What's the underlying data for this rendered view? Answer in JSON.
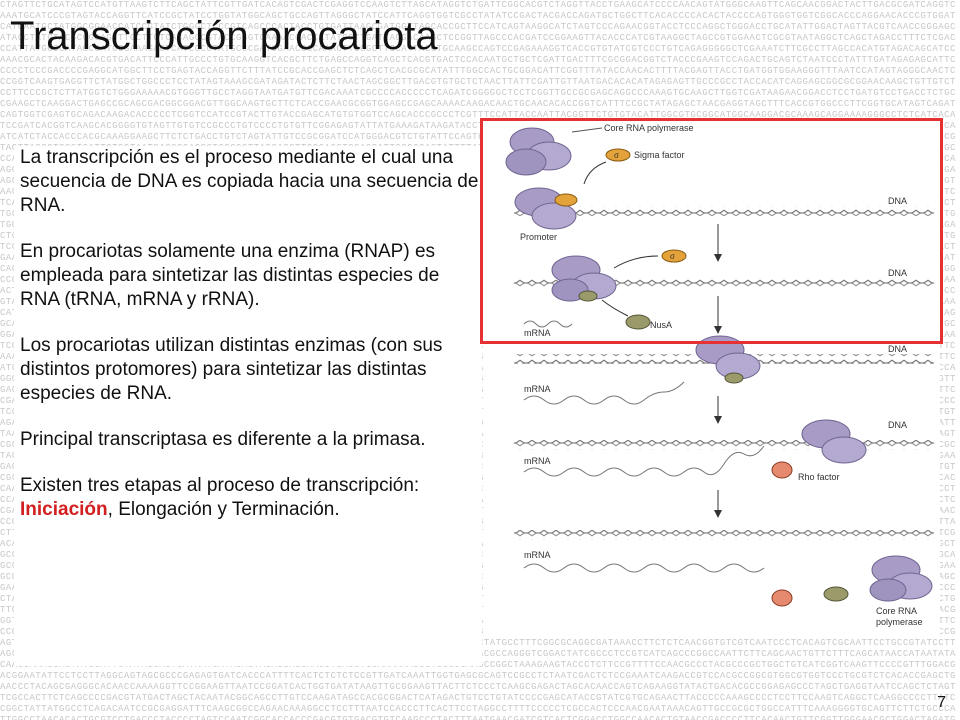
{
  "title": "Transcripción procariota",
  "background_sequence": "CTAGTTCTGCATAGTCCATGTTAAGTCTTCAGCTATTCGTTGATCACAGTCGACTCGAGGTCCAAGTCTTAGCATAGGTCTGATTCGGCACGTCTAGGTTACCTGAAGCATCCCCAACAGTATGGGCAAGTTCAGCAACGGACTACTTGACGCGATCAGGTCAAATGCATCCCGTAGTACCAGGTTCATCCGCTATCCTGGTATGGCAGCTGCCAGTTAGGGCTATCCATTCAGGTGGTCGCCTATATCCGACTACGACCAGATGCTGGCTTCACACCCCACACTACCCCAGTGGGTGGTCGGCACCCAGGAACACCCGTGGATCATGAATGCTATGGCGGAACCATCCGTATCTGGGCTCCCGTCAGCCCACTACCTGTGATTAAGCGATGGTTAGCACCGCTTCCATCAGTAAGGCATCTAGTCCCAGAACGGTACCTCCCAGGCTGGGACCTGCATATTGGACTAGTTACGTCAACCGGGAGCATAGCTATGTACGCCGGAGGTTGCTTCTCACAGCCGTACCGGGTCAAAACCACCATATGGTTGATTAGGACAAGCTCCGGTTAGCCCACGATCCGGAAGTTACACCCATCGTAAGGCTAGCCGTGGAACTCGCGTAATAGGCTCAGCTAGACCTTTCTCGACCCATTATGCCCATAGCGATGCGAAAGACTCATCGCGTATGCCCGATGGAACGCCAAACTTCGGCTTCCATTACCTGCAAGCCAGTCCGAGAAAGGTCACCGTGTATCGTCCCTGTCAGAGGGGGCTCGAAATCTTCGCCTTAGCCACATGTAGACAGCATCCAAACGCACTACAAGACACGTGACATTCCCATTGCCCTGTGCAAGGTCACGCTTCTGAGCCAGGTCAGCTCACGTGACTCCACAATGCTGCTCGATTGACTTTCGCGGACGGTCTACCCGAAGTCCAGACTGCAGTCTAATCCCTATTTGATAGAGAGCATTCCCCCTCCCGACCCCGAGGCATGGCTTCCTGAGTACCAGGTTCTTTATCCGCACCGAGCTCTCAGCTCACGCGCATATTTGGCCACTGCGGACATTCGGTTTATACCAACACTTTTACGAGTTACCTGATGGTGGAAGGGTTTAATCCATAGTAGGGCAACTCCCGGTCAAGTGAGGTTCTATGGCTGGCCCTCCTATAGTAAAGCGATAGATACTCTTCTAACTAGCGGCTTGACGTGTGCTCTAACTTATTCGATTGTTAATGACACACATAGAGAGTTGCCCGCCTACCACATCAGGAGCGGCGCGGAACAAGCTGTTGTCTCCTTCCCGCTCTTATGGTCTGGGAAAAACGTGGGTTGCCTAGGTAATGATGTTCGACAAATCGCCCCACCCCCTCAGATCGGGGGCTCCTCGGTTGCCGCGAGCAGGCCCAAAGTGCAAGCTTGGTCGATAAGAACGGACCTCCTGATGTCCTGACCTCTGCCGAAGCTCAAGGACTGAGCCGCAGCGACGGCGGACGTTGGCAAGTGCTTCTCACCGAACGCGGTGGAGCCGAGCAAAACAAGACAACTGCAACACACCGGTCATTTCCGCTATAGAGCTAACGAGGTAGCTTTCACCGTGGCCCTTCGGTGCATAGTCAGATCAGTGGTCGAGTGCAGACAAGACACCCCCTCGGTCCATCCGTACTTGTACCGAGCATGTGTGGTCCAGCACCCGCCCTCGTTTCCATTACCAATTACGGTTCTGTGTACATTGGCGTGCGGCATGGCAAGGACGCAAAGCAGGAAAAGGGCCTCTCATCACATCCGATCACGGTCAAGCACGGGGTGTAGTTGTGTCCGCCCTGTCCCCTGTGTTCGGAGAGTATTATGAAAGATAAGATACCTTGCCCCGACGATGTCCGAAATTTGGACCGTCGGTCAATCGACTACGCGCAGTGCAGACCAACGTACGTCCCTCTTCGCCAATCATCTACCACCCACGCAAAGGAAGCTTCTCTGACCTGTCTAGTATTGTCCGCGGATCCATGGGACGTCTGTATTCCAGTCGCCCAGATCTTGCAATACACTCTACCGATAACCATTGCACCTGCAAAACATTCCGCCCTCCTACCTTTGCCCAGGCCGCGTAGTTACGGTCCCTCATTGTCCTAATCACGCGACCGTCGCGGTTAGCAGCTTGGCACCTCGACGATTCGCCCACTATTTTATTATTGACTCTTACCGGCTTTCACCGAGAGCTCACCCTCTCAGTGAGGTAACATGGTGGCCGCCATCATACCATGTCATGCCCACTGACGGCGCGCCCATGCCAGAGGCCTTTAAAACTGTAAGACCATTTGCTCTTTGGAACACTGTAGGGCTCTCCAAGATGGCAGCTCCTGCAGCACAGAAACGTACACGTGCACGTTCCTACCCTCTTAAGCATACCGTAGGCTACAAACCCCATCCCAAGCGTCGCACAGAGGGAGCCTGATTAAGTTCCATAACCATCATGCGCGTGAGTGAGTCCATGCGAAGTTAACAAAAAAGGGAATCGGCTCAGTAATAGCAGACCCCGGGATGCTCTTAAGAGTCATCGCTCCCGTAAGGCCGAGGGCATACCCACATGGTGAAGGTCACTTGTGCACCCGTTCCCGATGCGTGCTTATTAGAGAGAACTGCAACGAGGGGAACGACGCATGGGACCCACCCTGATCGGAACCGTGAGCTTCCAACGTCCATGCCTGTCCAGAGTCAGCGCCCCTACAACAAGCTGCGCGTTGAGGTTATCACGTAACAGTGGAAGACCGTTTCCTATTCCAGAGCACCACGATCTCTTTCGGTCCCCTCCCTAATACGAGCCCCTTGTAGTATAGCCCGTAAGGGTCGCGTCACCGATCCCAGCTACTAAGGGATTGTAATGGGTGTCAGCTCATTTTCCATGCACGTCCGATGTCTCAAGCGTCGCCGTTTGTCATCGATATGAGGTACATGTACATGTACCACCGGCTCTGCCCATTCGCTGTCCCAGTTATTCTCCTTCCTCGTATATACTGCGCAGGGCATCCGTCACTGCAACAGAGAAGCCCTACTCACACCTGGGCTTACGCCATCTATCTTGCCCCTGCCTGGAGGGACCGCACCTATTTTCTTAACGTATCAGCCGCACCCCCGTGAAATCCAGAGCCATTCGCCGGTGGTCTTCGCCATGCGATAGCTTAAGACCAGCTCATGTTTGCCCAAAAGAGCATGACCCGATAGAAAACACCGATCAAATCTTGTGCACTACGCCTTTGATCTAGGCCTCCTTTCTTGGCTAGAAAATACTACTCACTGGCGCCACGTACCTTAGTACTCACGAACAGCCGTGTTTAATGGGGGGTGCGACCTGGATCAGCACTAATCTCGGCGGATCCTTACAAAGAACTATTGCACCCAGGAGACTCGACGAGTCGCCTCCTCGTGAATCCCGAGAAAAAATTTTCGGCGTCTAGTGATTATGACGACCTCGGGCCCTTTTGTGCGTTTATAGGTAGCACATCACCGAGACCACCCTAGGGCTCTAAGGACGCCAAAAATTCATTTAGAGAGGGGGAACATTCGTGTCCTCTCCGAGAAACCAGATATGTTGCAGACCTCGAAACGGACGGATGGAGTATGTATGGAAGATGTCCGCTCAGCGCCCCTCAGAGATCTTAATTTCAGTCCAAATTGAACTCTTTTCCGTACCCAGTGCTGGCCGCCTAGAAAATTGGTTTCGCAACACTGAAAAGTAAGAAGCATATCCCATCGTCCAGTCTTGCATCCCAGAGGGGAGAGTCCGCTCGTACGATACAATCTAAGTGGTTTACAACCGTACAGCAACTTTGCTTGCATAATCATCCTACGCAACATCTTGCCTCCCCACCCCTCCGCATGGAAACATAGATCACTTTGTATTTAACCTGACCCAGAAACCCGCTAAACAAACTCCAGTTACGCTCACTTAAAGAAGTACGAGCTCAAGTACCCCGAAGTCTGCTAGCATAGTACGTGATATCATCTTAGTTCTTACCTCCATACATGATGGGGGTTGGTCTCGAGAAGGCAGGCCCCTCCAAAGTACCCCATACAACATAGAGAGAACGGTTTAAGCTCTCACGGGCCGGTGATCAGACCCTACGGACCCCCGATAACTAGCACCTCGAGGAAAAACCGTCCCGAAAGCACATGGCATTCTCTAAAAAACTACCTCTCCGATCCTATGCTACGAAACTCGGTGGGTCTCTGCACATAGGCATTGGGTCTTATGTGCTAGAGTATCCAGGTCCACACTACGGGTGGTCTGCAGTCAGAGAGGACTAGGAGGCGATGCCCACCGGTGATAGAGTCCCCTACCATCTAGAATCCCAAGCAACCCTGCTAATGTATCGGCCGTACCAGTATGAAACTCTAGTTACTGCCCCCGAGTACCTTCCTAGCCTTTTTCTTATGACCTACGTAACGACACCTTGAGACGGATCAAACACAGGGACCTTCCGAAGATCCCCCCCCGGAAAACTTTCCGTCACGCATTGTAATTACCTACATCGCGGAAACATCAACTTTTTTCAGGCGCAAGTTTACAATGACCTACACGAAAGGGTAGAGGCACGAGCACCGAGACCGACCTTCGCTTCCACCCATTCCCACGCTCGCTCATTGCCTTACGGACCCTAGTACGCCCCTGTACTTTCCCTTCCCTCTTAGACGTATCCTAGGCAGTTGATAAGCCTTTCCATATTCATGTCTGGGCCTCCCTCTACATCGCACCAATCAAAGGAAAATGCGTGCTTTTGGCCCAAAGACTCCAACCCCCGAATCGTCCTTCCCATCCTTTCTATGGACGCAATGAATAGGCGCAACGTCTCGTGTTCATCTGCGGACGGGGCTCTACCCTGCCGGCGTCCGATCCTGTGCAGGACGGTCGAACAGGCCAGTGCCTTGTTGCAAGACCCTCATACTAGGTTCCTAGAATTTCGGAGCTCCCTCGTCCGCCCCATTTACTCTGGTTATACAACCAAGCCGTCGAGGCTACAGCCAAATCCCACGACCCTTTGCAATCTACATCCGCTCGGCTCCAGAGAGAGCCGGTAACGAGTATAGGCAACGGGGCCGTAGAGTCCCGGCTTGAGATAACTTTCATTCCGCATGTGCGCAATGAGGCCTGCGGACTCATGGGCGCTTGCAGTGGAAACCCGCCGTTCAAATATTTAACCCACCGGCTACATCTGAACCGCCTCACCACAAGTTCAGTGACCCTTCCCCGATCCCAAAGCCGTCAACGAGCGAGCTTCGAAAACTAGTGATCGATGTCTCAGGCCCCACCATTTCTACTGAACAAATCCACATGTTGCACGGCAGACTTCATCGTCCCATCATCCAGAGCATAGGATGCAACTAGGGTTAGCCCCCAACCTGGGCGATTTTACGAATGTTACGCCTCCAGAAGGGTGTCATAATTAGACTCATTGGGTAGAGCGCCTGCCATAATAGCTTTCCGCAGCGCTAGCATAGAATCGTAGGGTCCAGGCCAGATACCGCCATCGAATAGCAACTGTACGGCCACTGTTCTACTGCAACGGGTAATCTAATAATTCATTCGGCGCTTCGATAGCGCCGTTAACAAGAAGCCAGTTGTTCGTCACATACCATCGATCAACTCAAGAAAAATGAATAGAAAATATCACGTTGACCCCCAAGTCTCTGTCTTGTCGTTTCGGGTTGCGGGGGAGCAGACGCTTTTACCTTTCTGCGCTCATGAGCCTTGAACCGAACGCGCAAGGATTTGGTCGCCCAGCTAGCCTGCCCCCTTATGTTGGTACAATTCCCTTGACAGGCATCGGCCACGTTTCCGAGCCAGGCTGATCCCAGTCTGCGAGTCCCGCATTGCATTACCTCTCAATGCGCACTGAGTGTAAAGATGACTCCGCATTTAGTGCAACGCTCCCTCCCGCACATACGCTGCTTAAACGCGTTCAGAAACAACGTCTGCCTGTGCACATTCTTCTCCCCCCTCCTCGCGCATAGCAAGAAACAACCTGGGGCATTACGCTGCCACACGCCCCGTTAGGTCGCCAATGCCTCGTCCATGAACATCAGTTAGTTCTTAAGAATGCATGCGGACGCAGCGTCAGAGAAGGAAGGTTTCCTTAGATTTACAGCACCTGGCGGCTTGTAGACCGGTCTCTCCTCTGTCGGTAATACTCTTGTCCATCCGATCGTCCCAAGGGAATGGTAGTCAGTACCCGCCGGTCACCGGTGAGCCCTTTGCTCGAAGACCTGGCTGCTTTCTCCCAAACTCTTTCCTATTGTACAGGTCTACGGAGGAGCTCCTTATTTAATCGTATATCTCACGTTCGTATGCTATGAGGAGCAGGGACCACGTGCGGGGCCGATCCTATTAGCAGTACGTAGCAGAGACTCAAAGATTGAGGAGGTGAAAGGATAGCTCACGGAAGATGGCCACGACGCAGCAGAATAACCCCTGATATACCTGTAGTCGCGGTAGATACGCCCCCTAGATTGTCACCTCGTGCAAAAGCGTGTTATAACAAACAGCTAATTAGTGACATCCCGTCGAACACGTCTTCGTAGGATTATGTAGCTAGATCAACGTCGTCACCATCCGTGAACGTATTTAACAAAAGCATCGAAAGTTGCGCTACAGATCTACCACTGGCCATCCGCCGTTCGAGGTGACCCATTGTTTTACCCCAGCACTCTCCCCAAGAGACTCTGCAATCGATGTATCCAGTAAAGCTGATACTAGCAGGGGATCCGAGACACTTCGATGTCGCATTGCATCGCAAGGACGACGCCCGGAAGAGCTATGAGCTTGAATACGCCTTAATACTTGGCTTATTAGCTTCAATTCAATTACTCCCTCTCAGACCGAAGAGCTCACCCTCGCTGGTTCACCGTTCTGAGGAACATTTCGCCTAACAGAATCATCGGCGGATAGAGCCCCTTGTGCTGCATAGGTTTGTCGGTTCTAGCACCCAGGTCGGGCGTAGCCAAGTAGGCACAGGGACCCCTGGTGGCGGAGAATCCACTCCCGCCATTCCGCAGCCTCAGTAGCCCTATATCTGTGTGTCGATTTCCAACCGCTAAATACTTGCGTGACAGGGACGCACTTACGCTACCGACACCAAATGGATCAAAGACGATTAATTCTCGATAGGCCCTTCACTGCCGTCCCCCGTTGACGGTCCGTAGCATAGTGCAAACTCCCCGGATCGTTCTATCTGCAATTGGTACTCCCTGTTCTGCCACCCATTGTGGCCTTGTTTACGCTCCGGTCCGATACTCCTCCATGCACATACCCATAGGTTCTCCCGGGCCAGGAAATGTAGGTTGTTAGATCCCACAAGTGGGCAGTGAAGAGGTGCAACACAGACGCCACTCGCTCCGACTAATGAACGCAGCGGACCGAGCATACGTACGACAAGCATACAAAGCGCCACGAGACCCTCCGAAAATTTTCATTCAACCCAATATAGACCCATTAATACGAATTGAAGCTAGTCACGTGCCTAGACGCTCCCTGACACGTATACCCTATGTACCGTCAGCTAGAAGTACGCGAATTCCGTAATCGCGTCCATCCATTAGTGAAGGCAGACTTGCTTGCAAACCCCTTACTAAAACTTCGGCAGAAAGTGTTAAGCAAAGGGGACACCATGCCTTATGTAGATCAACGGGGTTAACATTCCAGGGAGGAACGCATCGCCACAATGTGTCCCCACGGGCCGAGCGTCGTGGGTCAGTACGTAATCGTGCAGGGCATACACCAATTACTTGAAAAGGCTACGTGGTGCACTATTGTATTAGCATTTCCTGAAGGTCTGATAGCGTCGACAGGGCCTCTGAGTTAACCCTTTTGCTGAATACAAGGATGGCACGCTAACAGTCAATGGCCAGCGTTTTTCTAAAGTCCTCATTGCGTAGGACTTGTGTCGACAGAATGAGTTCTATGCGGCCTAAGGTAGTGTGATCACAATGGCGCCCGCAAACGTGAAGGTCCATCAATGCGTCCATTTATAGGACAAGTTTCTCAATTGACTCCCGACCCATCTCCATACACCTCTCATAGGTCCCTGCTCCCCTGGGCATACTGTGCTGCCTGCCTGACGAAGTCGGACAATCGACAAAACCCTCTTAAGGCAGTGTAACTCAGCACCTTACCCCCCGTTAGTGACCTCCAGGTAGCGTGGAGTCTTTAAATAACTTCAAATCTCGACGGTCAGTCAGTCTACTGTTCTCCTGCCGTACCTTTTGCCGCAGCCTATTATCACGTACCCCGACGCAAGTTGACGCACTCCCAGTAGGGTACCCTAGAGCGAGAAGGGCCCGCCCCCTTTGGCGTCGACTATGGTCCAGATGCTGGCAAAGAACGTCGTCATTTAGAGCAATTCTCCCGCTTCGCTCCCATCCATCCAGCCGAAGCGTCCCAAACTTACTATACGGCTAGATTGATATCCCCACCGATTCTTGTAAGCGGCCGGCTAGAGCATACGCCGAATGGTCAACGGGACTTCTCTAGTATTACCCCCTCGCCCTTATAGGTTTCGCAGAACCACGTTCCCGCAGTAGAAAAACGATCAAGCGAACATCGAGCCCCTCCGGCGGGTCGGAGCTCCCATCATTCTGGAGTCCCGCGCTATCGTACACCATGTTCACCCGGTACCGTAGGTCCACCGCTATTCCGGCCCAACACGACTTCCATTCTTGATCAGGCAATACCAAGCTCGGGTCTTCAAGCCCTTCCCCTAGTGCATCTCCAGTATCGTATTCCGTGGGAGTACCCCAGGAACTCGCGGAGGTCAAACTAGTACGCTCTACTAGCCCAATGCCGGCCAGCCCTCCCTAACCAGCGACCGTTCAGCATCGACTAGACCCGGGCCCTCCACCCCCGGCCCGGAACATGTCTGTTGTTCACATAGACAGCAAAGTCATCCTCTGCTGAGTCGGATGTACGGCCGCAAGCGGGCGGCCCATATCAAGCAGCAAATTAGACTATCTGCGAGGAGAGCGCGTTGAAACAATCGCGCAGATGTTCTCCCTGATCAACATGAGACCAATGACTAGCTACGGGTTCTCTCTTGCTTATCGACGGTTTGGGACTGAGCCCGATTTATGCCCACTATGGAGGATAGGAAAGCCGAACTCCATTGACTACCCCAGGTAATCCACCCACGACAGGCGCAGGAACAGCCAAGGGCCGGTGTGGGAGTCGTAAGTTCTACCACCGGTTCCCCCTTCTGCGCTCACTCCCTATGCCTCTCCCTTAAAGGACCCGAGCATAAAGCGTTTAACAAACCGCAGTAGGTTAGAGCGCAGTCGCGGTGCTCGGCACGCGTTTAATCCCACATTCACCAACAGAGAGGCCGCCTGAACATCCAACGACTACTTGTCCGAGTTCTCCGTAAGGCATATTGCTTACAGCTATCCGCCGACGTCTCGAATAGTCCTAAGCCGATTTCCTAATGCCACCTAGACTATGCCTTTCGGCGCAGGCGATAAACCTTCTCTCAACGGTGTCGTCAATCCCTCACAGTCGCAATTCCTGCCGTATCCTTAGGCTGGTTAGGCGTCTCGTGAATGCGTAGCCGAAACCTAACAGTTGAGCGATCGCCCTTATCCGTCTGACCGATCTCACAACGCCAGGGTCGGACTATCGCCCTCCGTCATCAGCCCGGCCAATTCTTCAGCAACTGTTCTTTCAGCATAACCATAATATACAAGCAAACCACTATCCATTCTATAGCAGTGATAATCATACACTAGACGAGCAACCTGACGTCCAAAAAACCCTCGGGCAAGCCGGCTAAAGAAGTACCCTCTTCCGTTTTCCAACGCCCTACGCCCGCTGGCTGTCATCGGTCAAGTTCCCCGTTTGGACGACGGAATATTCCTCCTTAGGCAGTAGCGCCCGAGAGTGATCACCCATTTTCACTCTCTCTCCGTTGATCAAATTGGTGAGCGCAGTCCGCCTCTAATCGACTCTCCGAAATCAAGACCGTCCACGCCGGCGTGGCGTGGTCCCTGCGTCTCACACCGAGCTGAACCCTACAGCGAGGGCACAACCAAAAGGTTCCGGAAGTTAATCCGGATCACTGGTGATATAAGTTGCGGAAGTTACTTCTCCCTCAAGCGAGACTAGCACAACCAGTCAGAAGGTATACTGACACGCCGGAGAGCCCTAGCTGAGGTAATCCAGCTCTAGTTCGCCACTTCTCAGCCCCGACGTATGACTAGCTACAATACGGCAGCCTTGTCCAAGATAGCCACGCGGACTCATAGACTGTCCTGTATCCCCGAGCATACCGTATCGTGCAGAACTTACCCCCAAAGCCCCTCCTTCCAAGTCAGGCTCAAGGCCCCTTATCCGGCTATTATGGCCTCAGACAATCCGCGAGGATTTCAAGCGGCCAGAACAAAGGCCTCCTTTAATCCACCCTTCACTTCCTAGGCCTTTTCCCCCTCGCCACTCCCAACGAATAAACAGTTGCCGCGCTGGCCATTTCAAAGGGGTGCAGTTCTTCTGCCCATTGGCCTAACACACTGCGTCCTGACCCTACCCCTAGTCCAATCGGCACCACCCGACGTGTGACGTGTCAAGCCCTACTTTAATGAACGATCGTCACTCGGACCTGGCCAACACTGTAACCGACCCCTTCACAACTGTTCGGTTGGGAACGCTGGACTAGATGCGGTCGCTATTTTTCCCCTGAGACTTGACACGTCTGCAGCTTCTTATCGCAGGGAACCCTTCCGCAGCACCCCTCGCACTGATTAAAGGCCCTAACATCGGAAACTCGGCGCCCATCCCCACCTTCCCCCAGCCCATATCCCCGGTACGACAGGTCCCACCCCTGTTCACCAGCAGAACCACTTTCCGTCAATGACAACCGAACCAGCCGGCTCTAGGGCCAGCCTTGTCGCTTTCCGTTTGGCCCACCCTGAACCCCTCTCCACAACAGGTCGAAAGGCCCGAAAGGTGGGCGAACTAACGGCGCGGCACGACCCCTGCGTCCCAAGCCTCCTCCGGGATGGCAGCGAACTTCAGGGCACCCGTTTCATCTTTTCCTGGGTTACATCCACCCGATTCATAGCCACCATTCGCGTGCGATCTCCCCTCCCTGACCACGACGACGCAGAACCCTGCCCCACGACACAGCTCCCCACCGATTCTCGGACTAGTTGGTCCCACCTGCACCTCCCCGCGACGCACTGCGTGGGTTACGGCTACCCGGGCCTCCCACATCTTTATGGGTGCAACACCCACCGCTCGCCGCAGAAGGTGTACATTGGCTTCGATCGAACGACCCCTCTAGACCCGCGTGCCCTCCTCGAAGCAACCGTTCGACAAGCCCCGCTTCTGCACTATCCCAGGCCCTAGAGCCCACAGCTTGAGCCTGCTCCCTGACAGCGTCGATGCACATTCACCTGCACTTCGCACCCCATACCTTGGAGACCCCTGAGCAAGCTTGTACATCTGTCTTCGGCACGTTCGAGTTACACATCCTCAACCGCCCTTAACCCTTTGCCGGACGCACAACTCCGGCGCCCACTGGGCCGTGCTCCCTTCTACAAGCCTTACCGCACCTCCAGACTGGCCAGCATCTCCATAAAGGCGCTAGCCAACACCAGCCTGGTCACGATCCACAACCGTCCTACGCTCCAACGCACAACCCCGTGCCCACGCCTTCCCCTCCACGGCAGCTACGACCACGAGCCTGCTCGCGACCACCACGACCCCCTCATTTCCCCCCCAAACCAGCTGCTCCCCGCCCACCCTCACCGCCCCGGCCCGTGTGTCCCCAACCTCCCACACGTCCCACCCCCCCCCACCGCCACCCCCGGCCCCCCGAC",
  "paragraphs": [
    {
      "text": "La transcripción es el proceso mediante el cual una secuencia de DNA es copiada hacia una secuencia de RNA."
    },
    {
      "text": "En procariotas solamente una enzima (RNAP) es empleada para sintetizar las distintas especies de RNA (tRNA, mRNA y rRNA)."
    },
    {
      "text": "Los procariotas utilizan distintas enzimas (con sus distintos protomores) para sintetizar las distintas especies de RNA."
    },
    {
      "text": "Principal transcriptasa es diferente a la primasa."
    }
  ],
  "last_paragraph": {
    "before": "Existen tres etapas al proceso de transcripción: ",
    "highlight": "Iniciación",
    "after": ", Elongación y Terminación."
  },
  "figure": {
    "labels": {
      "core_rna_polymerase": "Core RNA polymerase",
      "sigma_factor": "Sigma factor",
      "sigma_symbol": "σ",
      "promoter": "Promoter",
      "dna": "DNA",
      "mrna": "mRNA",
      "nusa": "NusA",
      "rho_factor": "Rho factor",
      "core_rna_polymerase_split_1": "Core RNA",
      "core_rna_polymerase_split_2": "polymerase"
    },
    "colors": {
      "polymerase": "#a89cc6",
      "sigma": "#e3a23a",
      "nusa": "#9a9a6a",
      "rho": "#e58a6e",
      "highlight_box": "#e53131",
      "title_highlight": "#d21f1f"
    }
  },
  "page_number": "7"
}
